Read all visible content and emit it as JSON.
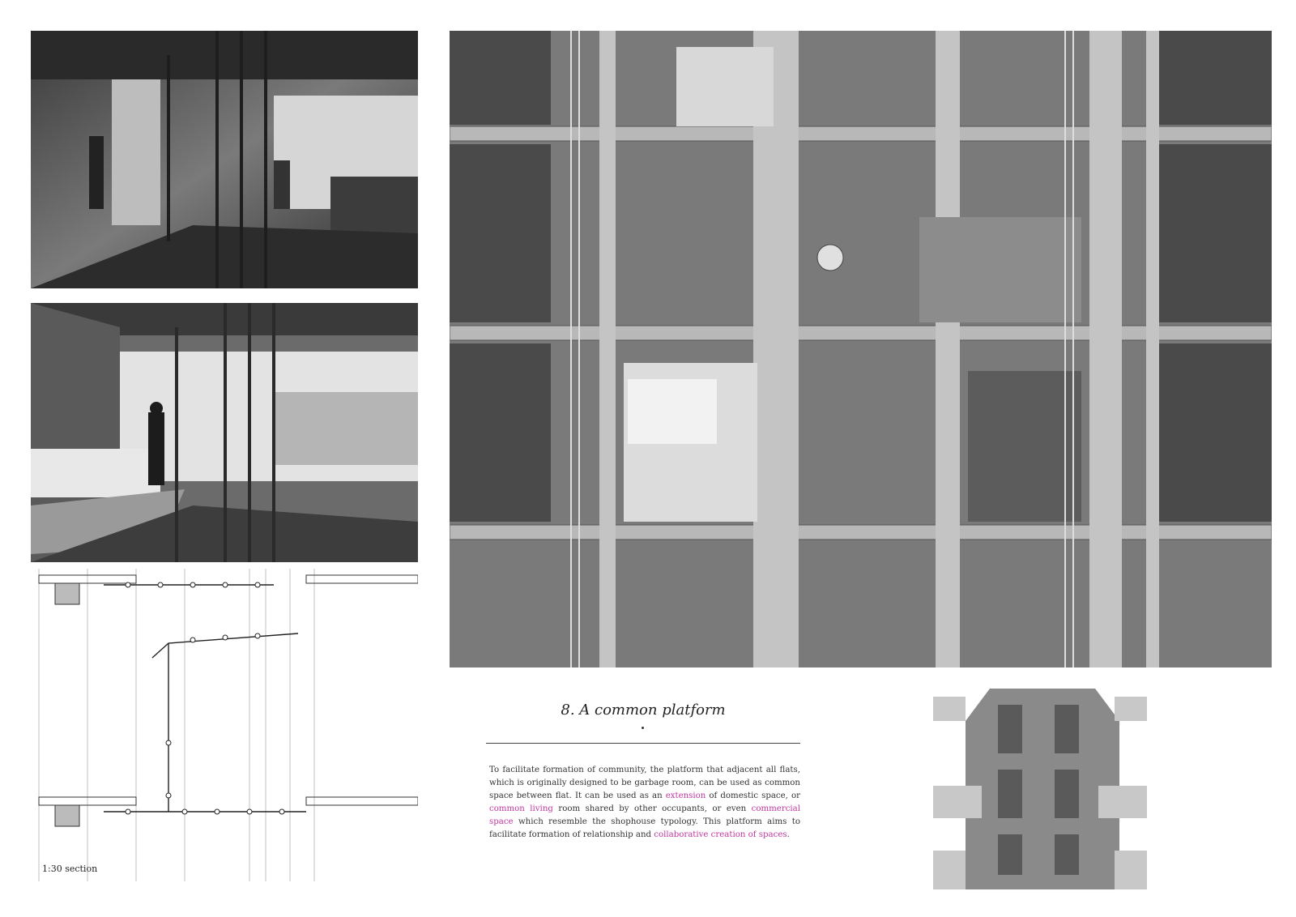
{
  "detail": {
    "label": "1:30 section"
  },
  "platform": {
    "title": "8. A common platform",
    "paragraph": [
      {
        "text": "To facilitate formation of community, the platform that adjacent all flats, which is originally designed to be garbage room, can be used as common space between flat. It can be used as an ",
        "highlight": false
      },
      {
        "text": "extension",
        "highlight": true
      },
      {
        "text": " of domestic space, or ",
        "highlight": false
      },
      {
        "text": "common living",
        "highlight": true
      },
      {
        "text": " room shared by other occupants, or even ",
        "highlight": false
      },
      {
        "text": "commercial space",
        "highlight": true
      },
      {
        "text": " which resemble the shophouse typology. This platform aims to facilitate formation of relationship and ",
        "highlight": false
      },
      {
        "text": "collaborative creation of spaces",
        "highlight": true
      },
      {
        "text": ".",
        "highlight": false
      }
    ]
  },
  "colors": {
    "highlight": "#c0389e",
    "text": "#333333",
    "background": "#ffffff"
  }
}
